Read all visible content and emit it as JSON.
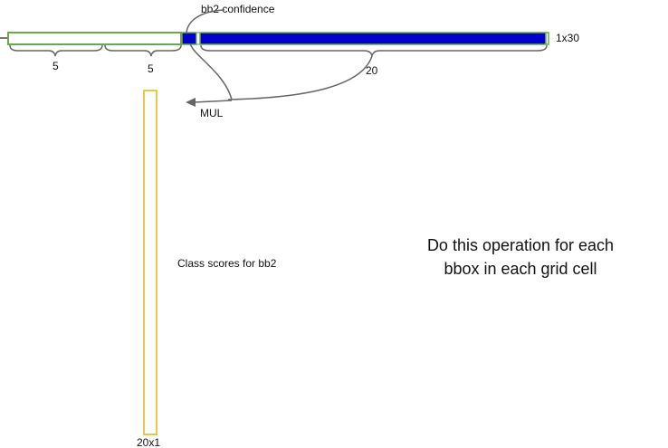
{
  "labels": {
    "bb2_confidence": "bb2 confidence",
    "dims_1x30": "1x30",
    "brace_first": "5",
    "brace_second": "5",
    "brace_classes": "20",
    "mul": "MUL",
    "class_scores": "Class scores for bb2",
    "dims_20x1": "20x1",
    "note_line1": "Do this operation for each",
    "note_line2": "bbox in each grid cell"
  },
  "colors": {
    "green_outline": "#6aa84f",
    "blue_fill": "#0000cc",
    "yellow_outline": "#e6c84a",
    "arrow_gray": "#666666",
    "brace_gray": "#666666"
  }
}
